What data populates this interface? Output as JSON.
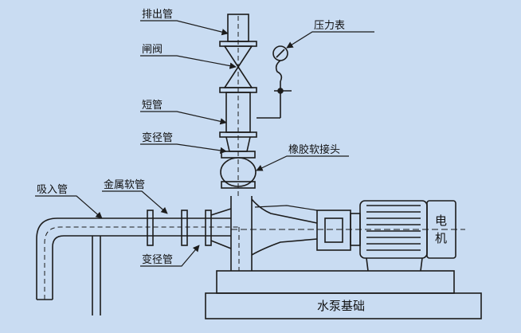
{
  "labels": {
    "discharge_pipe": "排出管",
    "gate_valve": "闸阀",
    "short_pipe": "短管",
    "reducer_top": "变径管",
    "rubber_joint": "橡胶软接头",
    "pressure_gauge": "压力表",
    "suction_pipe": "吸入管",
    "metal_hose": "金属软管",
    "reducer_bottom": "变径管",
    "motor_line1": "电",
    "motor_line2": "机",
    "pump_foundation": "水泵基础"
  },
  "colors": {
    "background": "#c9dcf2",
    "line": "#1c1c1c"
  }
}
